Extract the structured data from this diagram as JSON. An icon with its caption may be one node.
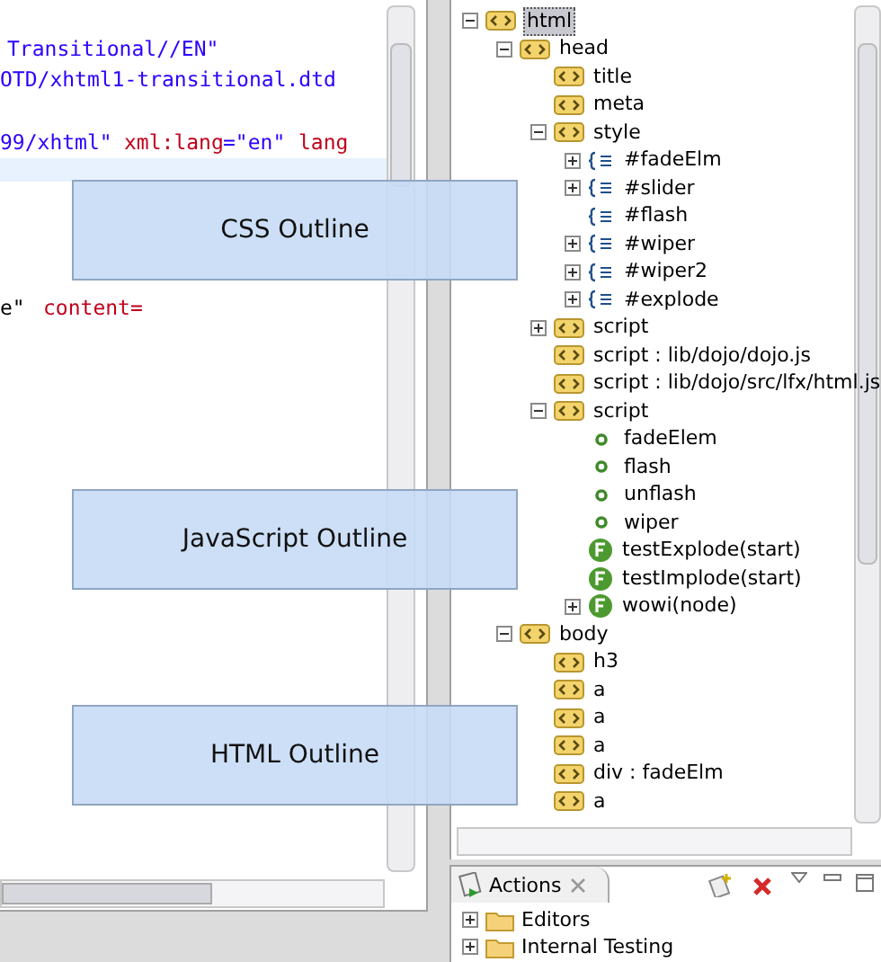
{
  "diagram": {
    "nodes": [
      {
        "text": [
          "CSS Outline"
        ]
      },
      {
        "text": [
          "JavaScript Outline"
        ]
      },
      {
        "text": [
          "HTML Outline"
        ]
      }
    ],
    "labels": [
      "Transitional//EN\"",
      "OTD/xhtml1-transitional.dtd",
      "99/xhtml\"",
      "xml:lang",
      "=\"en\"",
      "lang",
      "e\"",
      "content=",
      "html",
      "head",
      "title",
      "meta",
      "style",
      "#fadeElm",
      "#slider",
      "#flash",
      "#wiper",
      "#wiper2",
      "#explode",
      "script",
      "script : lib/dojo/dojo.js",
      "script : lib/dojo/src/lfx/html.js",
      "script",
      "fadeElem",
      "flash",
      "unflash",
      "wiper",
      "testExplode(start)",
      "testImplode(start)",
      "wowi(node)",
      "body",
      "h3",
      "a",
      "a",
      "a",
      "div : fadeElm",
      "a",
      "Actions",
      "Editors",
      "Internal Testing"
    ]
  }
}
